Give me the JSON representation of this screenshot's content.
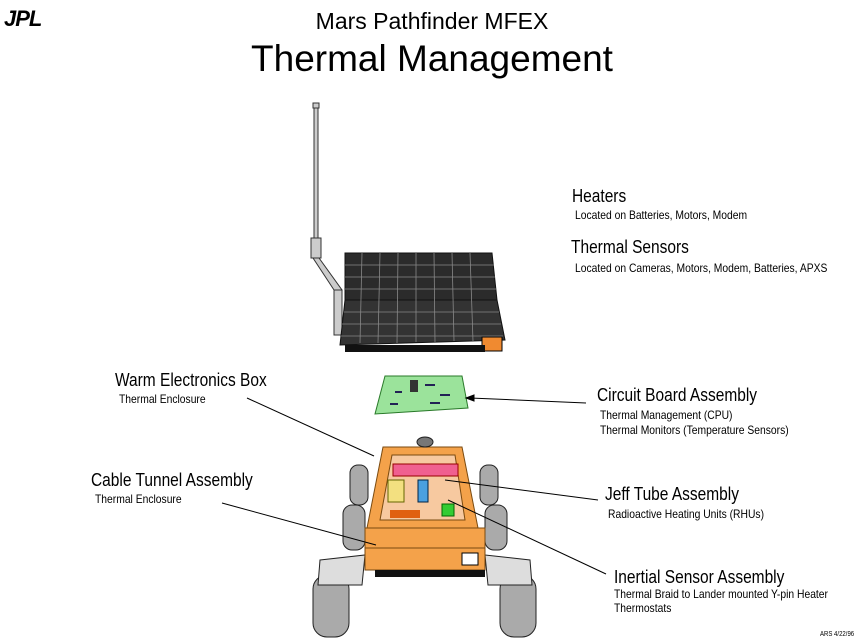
{
  "logo": "JPL",
  "title": "Mars Pathfinder MFEX",
  "subtitle": "Thermal Management",
  "labels": {
    "heaters": {
      "title": "Heaters",
      "lines": [
        "Located on Batteries, Motors, Modem"
      ]
    },
    "sensors": {
      "title": "Thermal Sensors",
      "lines": [
        "Located on Cameras, Motors, Modem, Batteries, APXS"
      ]
    },
    "web": {
      "title": "Warm Electronics Box",
      "lines": [
        "Thermal Enclosure"
      ]
    },
    "circuit": {
      "title": "Circuit Board Assembly",
      "lines": [
        "Thermal Management (CPU)",
        "Thermal Monitors (Temperature Sensors)"
      ]
    },
    "cable": {
      "title": "Cable Tunnel Assembly",
      "lines": [
        "Thermal Enclosure"
      ]
    },
    "jeff": {
      "title": "Jeff Tube Assembly",
      "lines": [
        "Radioactive Heating Units (RHUs)"
      ]
    },
    "inertial": {
      "title": "Inertial Sensor Assembly",
      "lines": [
        "Thermal Braid to Lander mounted Y-pin Heater",
        "Thermostats"
      ]
    }
  },
  "credit": "ARS 4/22/96",
  "colors": {
    "box": "#f4a24a",
    "board": "#9be39b",
    "panel": "#2b2b2b",
    "pink": "#f06090",
    "blue": "#4aa0e0"
  }
}
